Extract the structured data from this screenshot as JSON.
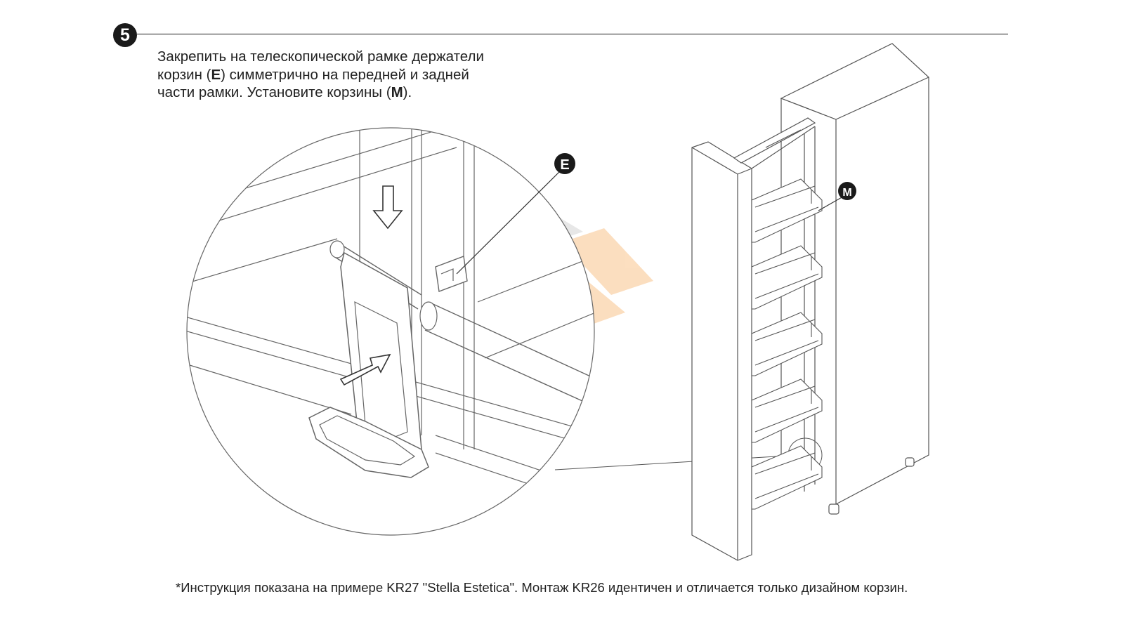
{
  "step": {
    "number": "5"
  },
  "instructions": {
    "line1": "Закрепить на телескопической рамке держатели",
    "line2_pre": "корзин (",
    "line2_bold": "E",
    "line2_post": ") симметрично на передней и задней",
    "line3_pre": "части рамки. Установите корзины (",
    "line3_bold": "M",
    "line3_post": ")."
  },
  "callouts": {
    "holder": "E",
    "basket": "M"
  },
  "footnote": "*Инструкция показана на примере KR27 \"Stella Estetica\". Монтаж KR26 идентичен и отличается только дизайном корзин.",
  "colors": {
    "ink": "#1a1a1a",
    "line": "#555555",
    "panel": "#ffffff",
    "watermark_orange": "#f5a24a",
    "watermark_grey": "#bdbdbd"
  },
  "icons": [
    "arrow-down-icon",
    "arrow-insert-icon"
  ]
}
